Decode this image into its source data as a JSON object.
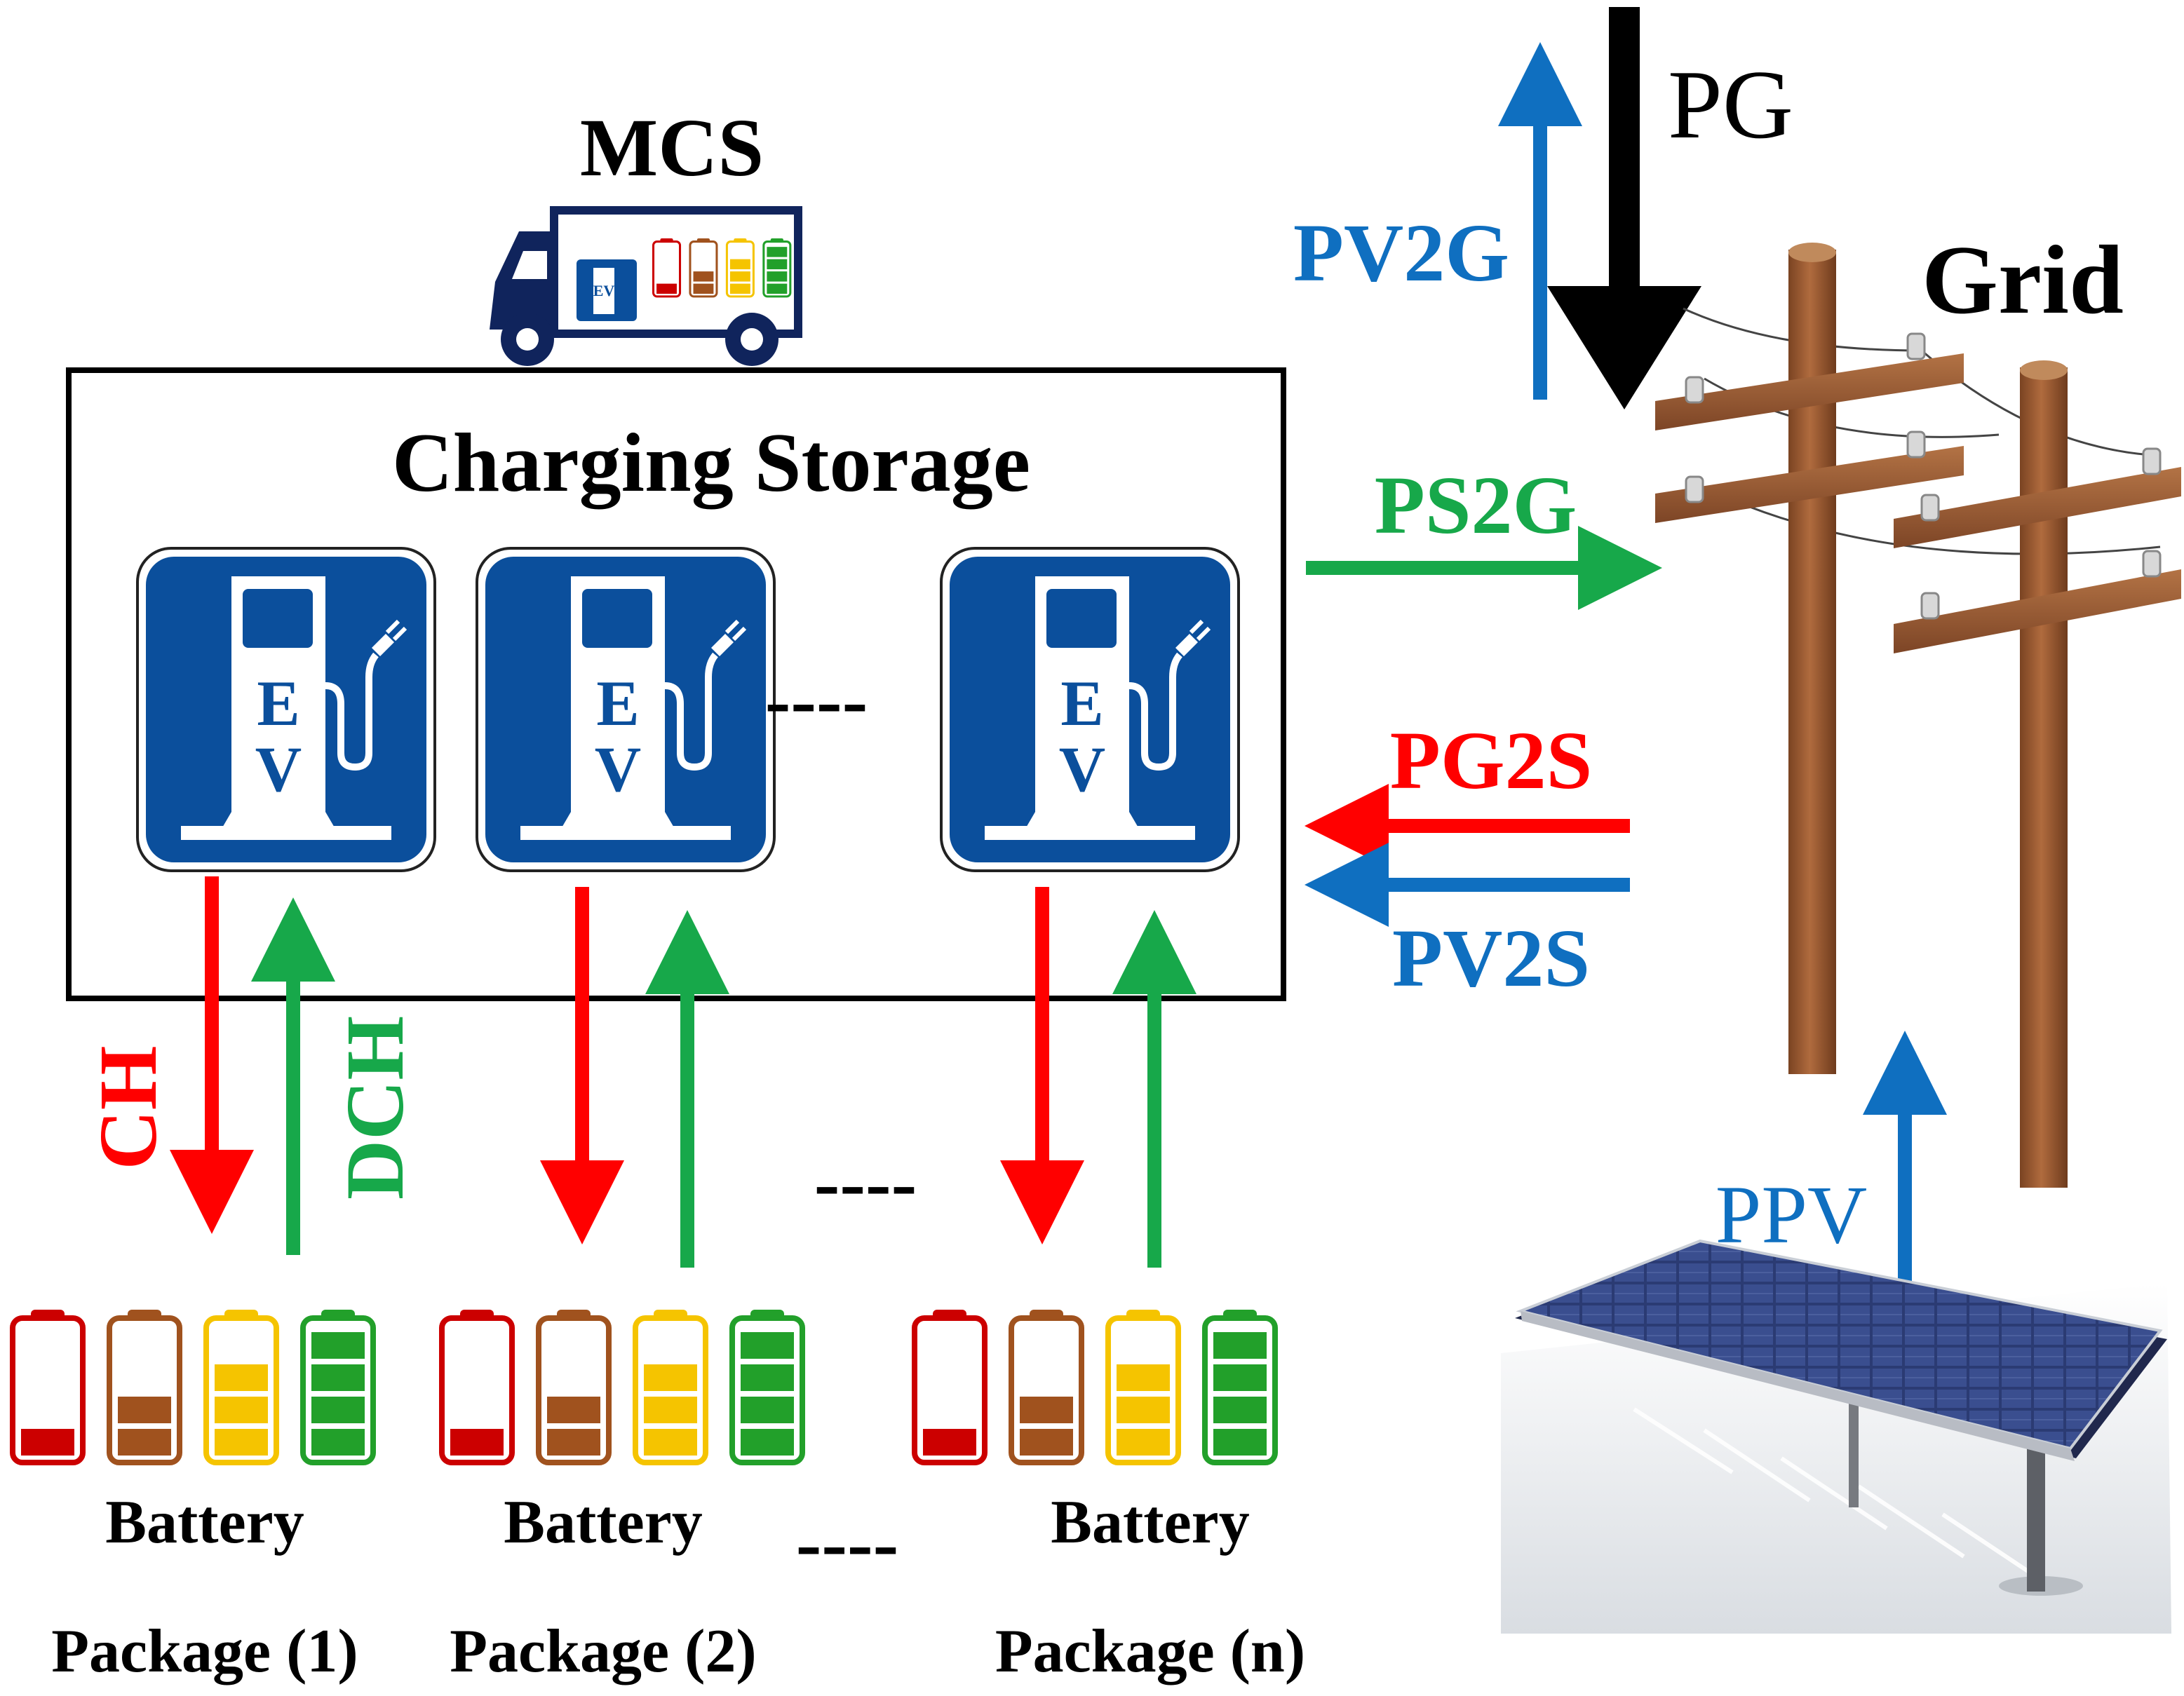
{
  "labels": {
    "mcs": "MCS",
    "grid": "Grid",
    "pg": "PG",
    "pv2g": "PV2G",
    "ps2g": "PS2G",
    "pg2s": "PG2S",
    "pv2s": "PV2S",
    "ppv": "PPV",
    "charging_storage": "Charging Storage",
    "ch": "CH",
    "dch": "DCH",
    "ellipsis_chargers": "----",
    "ellipsis_arrows": "----",
    "ellipsis_batteries": "----"
  },
  "chargers": [
    {
      "letter_top": "E",
      "letter_bottom": "V"
    },
    {
      "letter_top": "E",
      "letter_bottom": "V"
    },
    {
      "letter_top": "E",
      "letter_bottom": "V"
    }
  ],
  "packages": [
    {
      "line1": "Battery",
      "line2": "Package (1)"
    },
    {
      "line1": "Battery",
      "line2": "Package (2)"
    },
    {
      "line1": "Battery",
      "line2": "Package (n)"
    }
  ],
  "battery_levels": [
    {
      "color": "#cc0000",
      "fill": 0.25
    },
    {
      "color": "#a0521e",
      "fill": 0.5
    },
    {
      "color": "#f5c400",
      "fill": 0.75
    },
    {
      "color": "#22a02a",
      "fill": 1.0
    }
  ],
  "truck_ev_label": "EV",
  "colors": {
    "red": "#ff0000",
    "green": "#17a84a",
    "blue": "#0f6fc0",
    "black": "#000000",
    "ev_blue": "#0b4f9c",
    "navy": "#10245c",
    "wood": "#9a5a33"
  }
}
